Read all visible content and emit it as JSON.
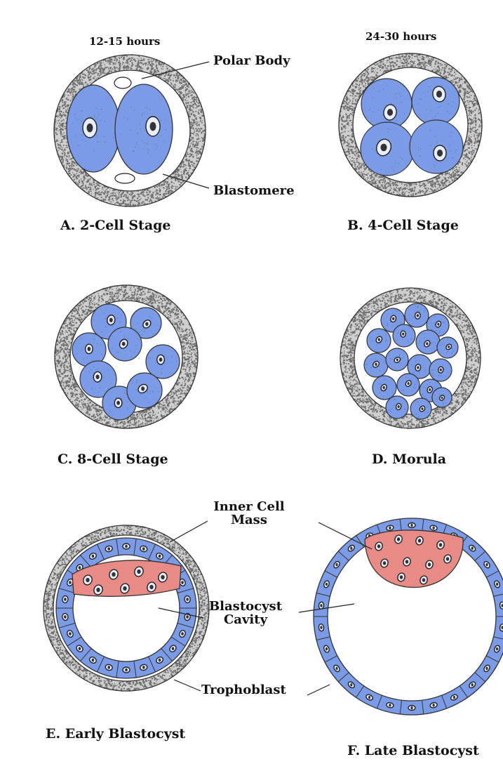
{
  "labels": {
    "time_a": "12-15 hours",
    "time_b": "24-30 hours",
    "polar_body": "Polar Body",
    "blastomere": "Blastomere",
    "inner_cell_mass_1": "Inner Cell",
    "inner_cell_mass_2": "Mass",
    "blastocyst_cavity_1": "Blastocyst",
    "blastocyst_cavity_2": "Cavity",
    "trophoblast": "Trophoblast"
  },
  "stages": {
    "a": "A. 2-Cell Stage",
    "b": "B. 4-Cell Stage",
    "c": "C. 8-Cell Stage",
    "d": "D. Morula",
    "e": "E. Early Blastocyst",
    "f": "F. Late Blastocyst"
  },
  "colors": {
    "blastomere_fill": "#7b9be6",
    "inner_cell_mass_fill": "#e88b87",
    "outline": "#333333",
    "zona_stipple": "#6f6f6f"
  }
}
